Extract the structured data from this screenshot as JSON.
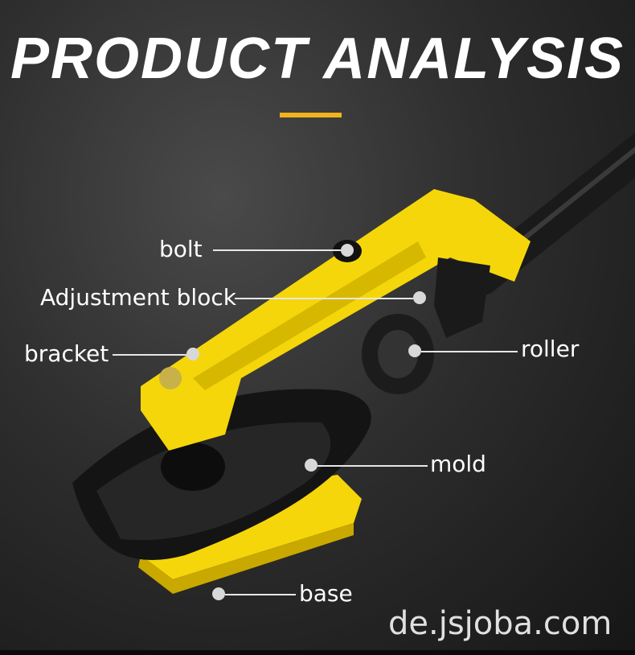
{
  "title": "PRODUCT ANALYSIS",
  "colors": {
    "accent": "#f2b31c",
    "tool_yellow": "#f5d60a"
  },
  "labels": {
    "bolt": "bolt",
    "adjustment_block": "Adjustment block",
    "bracket": "bracket",
    "roller": "roller",
    "mold": "mold",
    "base": "base"
  },
  "watermark": "de.jsjoba.com"
}
